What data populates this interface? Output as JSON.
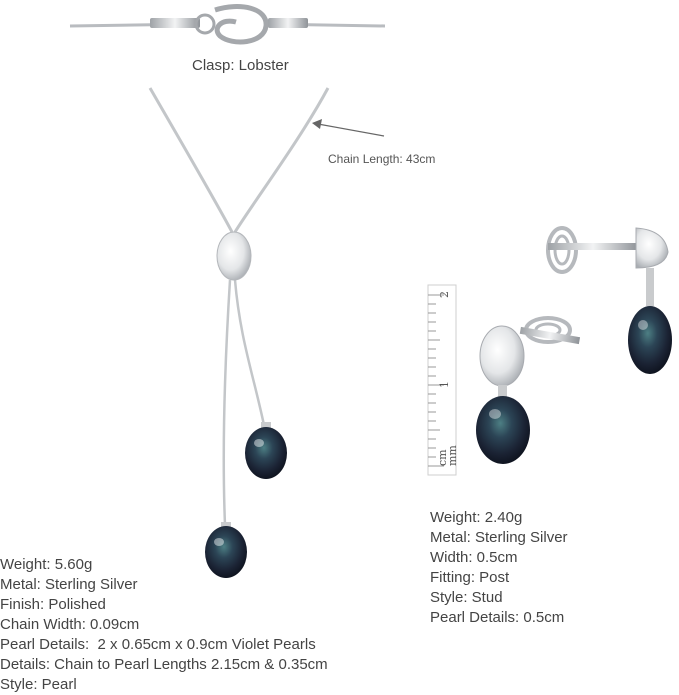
{
  "necklace": {
    "clasp_label": "Clasp: Lobster",
    "chain_length_label": "Chain Length: 43cm",
    "specs": [
      "Weight: 5.60g",
      "Metal: Sterling Silver",
      "Finish: Polished",
      "Chain Width: 0.09cm",
      "Pearl Details:  2 x 0.65cm x 0.9cm Violet Pearls",
      "Details: Chain to Pearl Lengths 2.15cm & 0.35cm",
      "Style: Pearl"
    ]
  },
  "ruler": {
    "unit_cm": "cm",
    "unit_mm": "mm",
    "mark_1": "1",
    "mark_2": "2"
  },
  "earrings": {
    "specs": [
      "Weight: 2.40g",
      "Metal: Sterling Silver",
      "Width: 0.5cm",
      "Fitting: Post",
      "Style: Stud",
      "Pearl Details: 0.5cm"
    ]
  },
  "colors": {
    "silver": "#c9cbcd",
    "pearl": "#1f2a3e",
    "pearl_sheen": "#3f6b73"
  }
}
